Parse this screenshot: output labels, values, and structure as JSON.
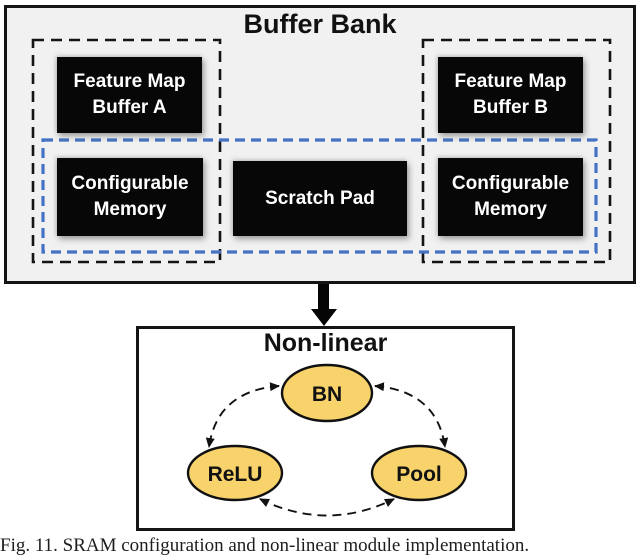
{
  "buffer_bank": {
    "title": "Buffer Bank",
    "blocks": {
      "feature_map_buffer_a": "Feature Map Buffer A",
      "feature_map_buffer_b": "Feature Map Buffer B",
      "configurable_memory_left": "Configurable Memory",
      "configurable_memory_right": "Configurable Memory",
      "scratch_pad": "Scratch Pad"
    }
  },
  "nonlinear": {
    "title": "Non-linear",
    "nodes": {
      "bn": "BN",
      "relu": "ReLU",
      "pool": "Pool"
    },
    "edges": [
      {
        "from": "BN",
        "to": "ReLU",
        "bidirectional": true,
        "style": "dashed"
      },
      {
        "from": "BN",
        "to": "Pool",
        "bidirectional": true,
        "style": "dashed"
      },
      {
        "from": "ReLU",
        "to": "Pool",
        "bidirectional": true,
        "style": "dashed"
      }
    ]
  },
  "caption": "Fig. 11. SRAM configuration and non-linear module implementation.",
  "colors": {
    "page_bg": "#FFFFFF",
    "panel_bg": "#F1F1F1",
    "block_fill": "#070707",
    "block_text": "#FFFFFF",
    "outline_black": "#141414",
    "outline_blue": "#4472C4",
    "node_fill": "#F8D36B"
  }
}
